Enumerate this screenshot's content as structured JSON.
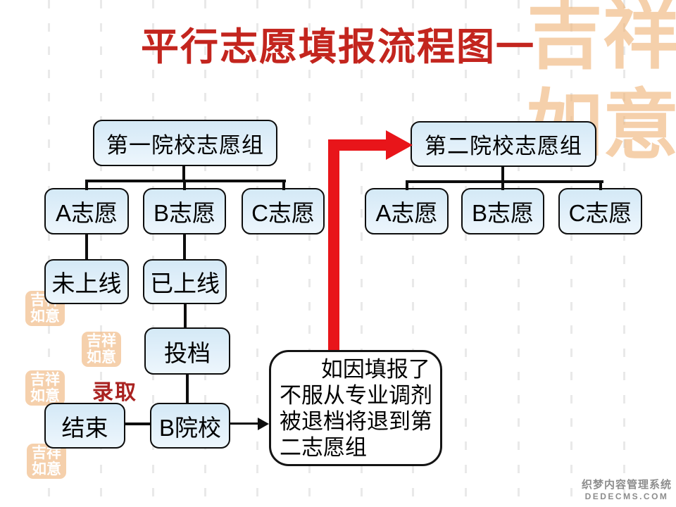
{
  "title": "平行志愿填报流程图一",
  "flow": {
    "group1_label": "第一院校志愿组",
    "g1_a": "A志愿",
    "g1_b": "B志愿",
    "g1_c": "C志愿",
    "not_reached": "未上线",
    "reached": "已上线",
    "file_submit": "投档",
    "admit_label": "录取",
    "end_label": "结束",
    "college_b": "B院校",
    "group2_label": "第二院校志愿组",
    "g2_a": "A志愿",
    "g2_b": "B志愿",
    "g2_c": "C志愿",
    "note_text": "如因填报了\n不服从专业调剂\n被退档将退到第\n二志愿组"
  },
  "watermark": {
    "line1": "织梦内容管理系统",
    "line2": "DEDECMS.COM"
  },
  "decor": {
    "seal_text": "吉祥如意"
  },
  "colors": {
    "title_red": "#c3251e",
    "arrow_red": "#e8151a",
    "box_fill": "#dcedf8",
    "box_border": "#0d0d0d",
    "watermark_gray": "#8d8d8d",
    "seal_orange": "#f0b478"
  }
}
